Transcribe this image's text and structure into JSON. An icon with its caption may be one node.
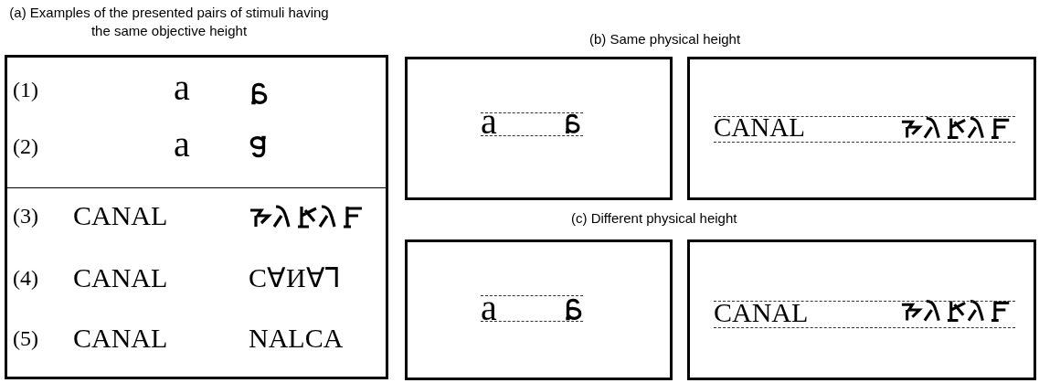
{
  "diagram": {
    "nodes": [
      {
        "text": [
          "(a) Examples of the presented pairs of stimuli having the same objective height"
        ]
      },
      {
        "text": [
          "a"
        ]
      },
      {
        "text": [
          "CANAL"
        ]
      },
      {
        "text": [
          "a"
        ]
      },
      {
        "text": [
          "CANAL"
        ]
      }
    ],
    "labels": [
      "(1)",
      "a",
      "(2)",
      "a",
      "(3)",
      "CANAL",
      "(4)",
      "CANAL",
      "C∀И∀⅂",
      "(5)",
      "CANAL",
      "NALCA",
      "(b) Same physical height",
      "(c) Different physical height"
    ]
  }
}
